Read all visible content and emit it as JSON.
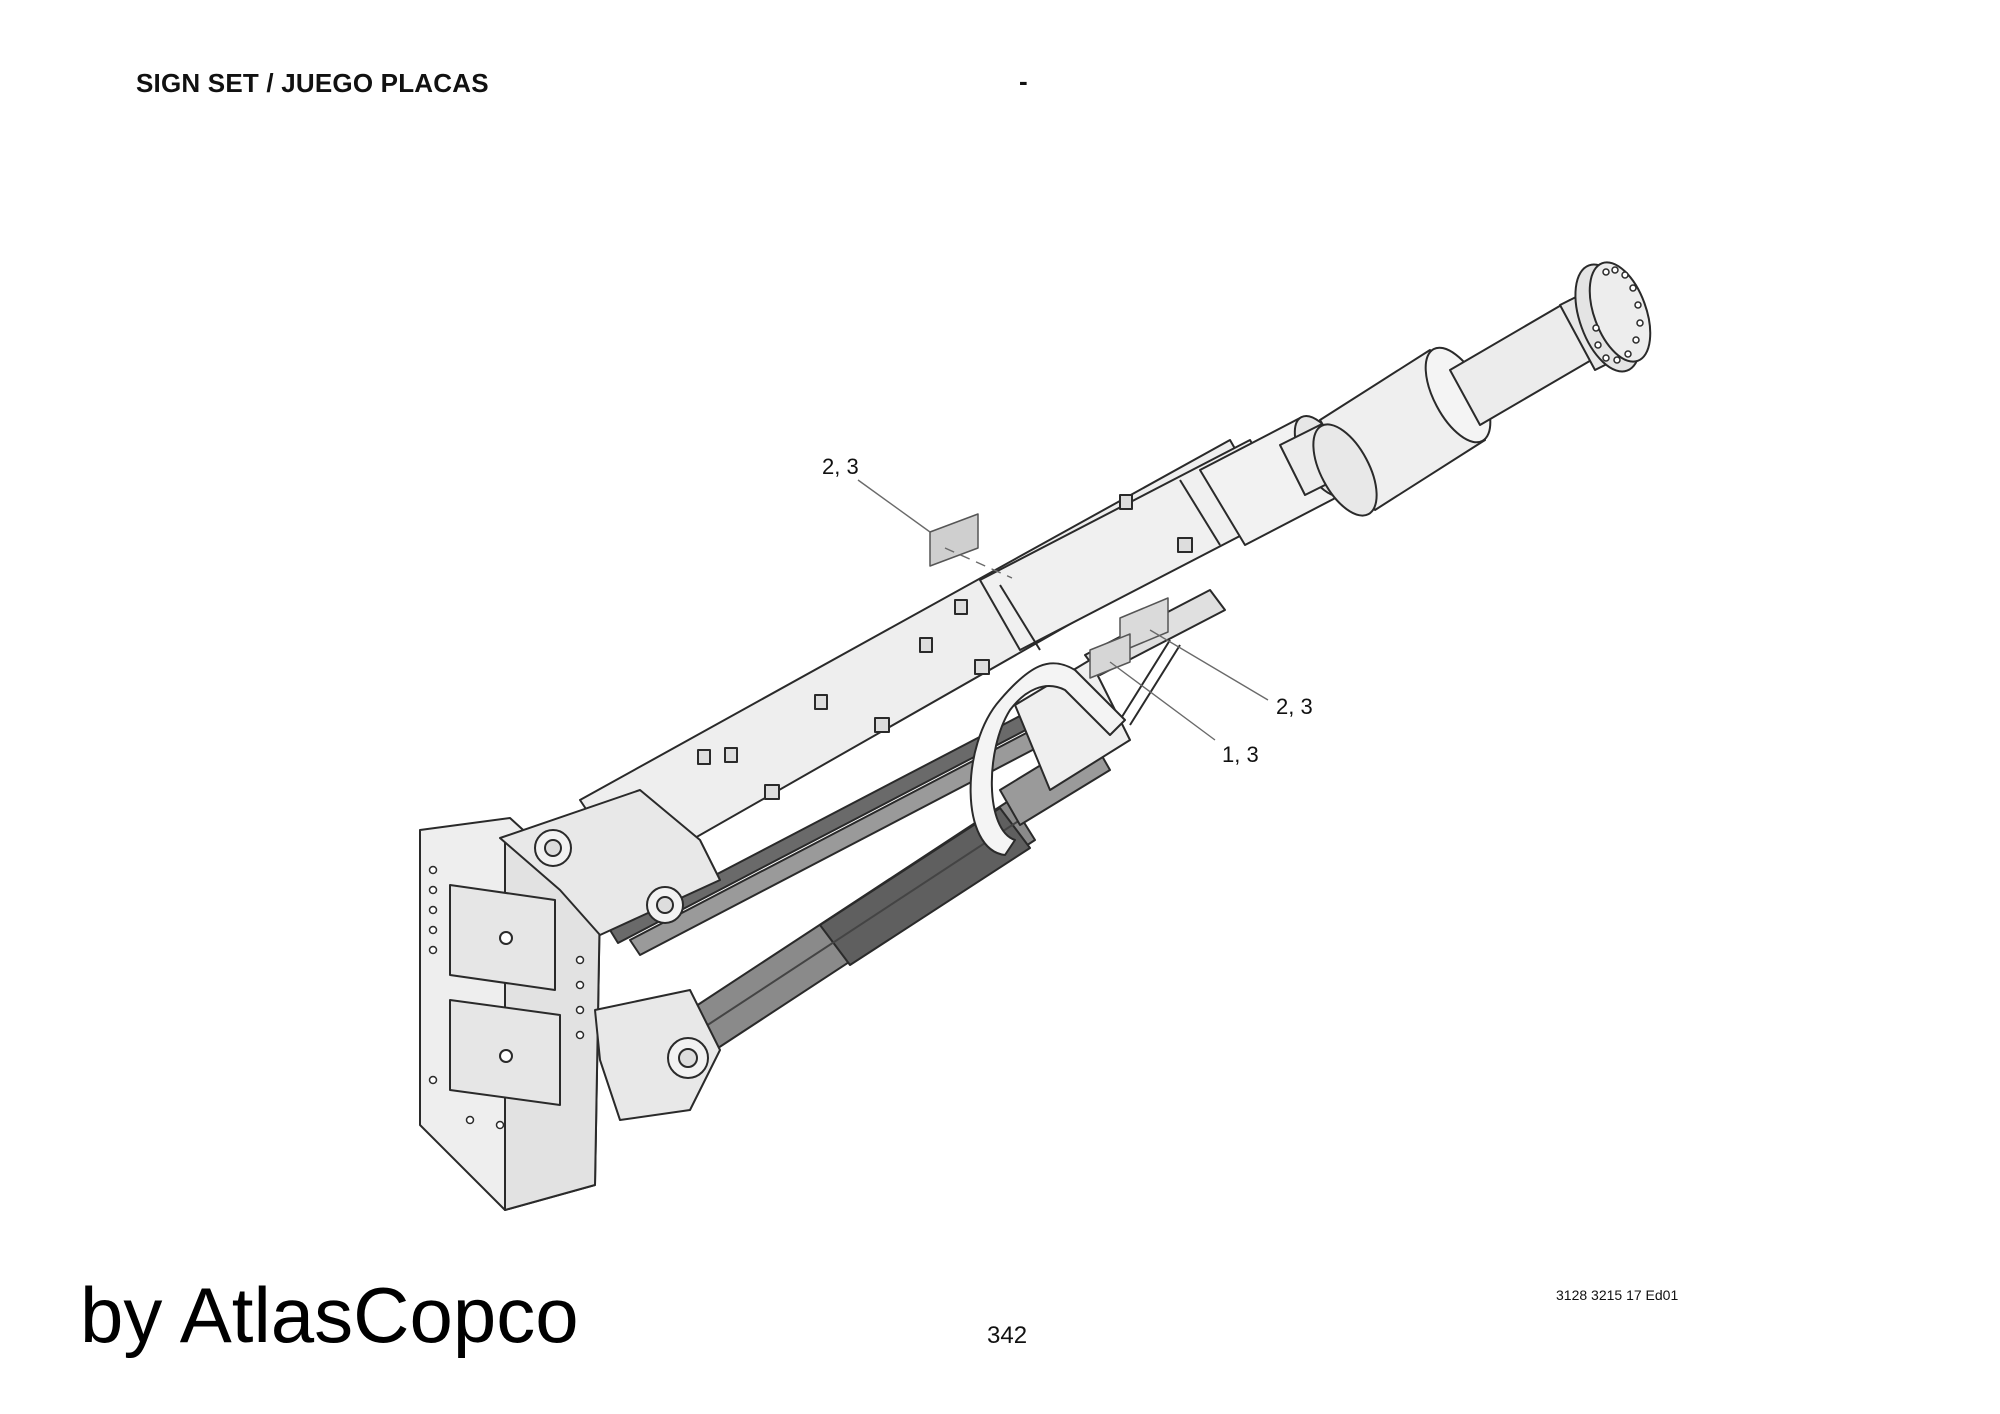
{
  "header": {
    "title": "SIGN SET / JUEGO PLACAS",
    "separator": "-"
  },
  "callouts": {
    "upper_left": "2, 3",
    "right_upper": "2, 3",
    "right_lower": "1, 3"
  },
  "footer": {
    "brand": "by AtlasCopco",
    "page_number": "342",
    "doc_code": "3128 3215 17 Ed01"
  }
}
